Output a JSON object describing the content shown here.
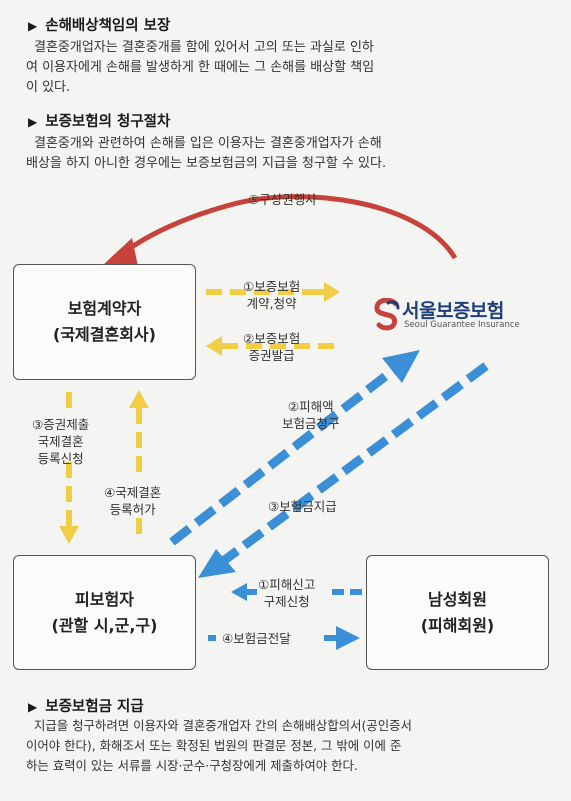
{
  "sections": [
    {
      "title": "손해배상책임의 보장",
      "lines": [
        "결혼중개업자는 결혼중개를 함에 있어서 고의 또는 과실로 인하",
        "여 이용자에게 손해를 발생하게 한 때에는 그 손해를 배상할 책임",
        "이 있다."
      ]
    },
    {
      "title": "보증보험의 청구절차",
      "lines": [
        "결혼중개와 관련하여 손해를 입은 이용자는 결혼중개업자가 손해",
        "배상을 하지 아니한 경우에는 보증보험금의 지급을 청구할 수 있다."
      ]
    },
    {
      "title": "보증보험금 지급",
      "lines": [
        "지급을 청구하려면 이용자와 결혼중개업자 간의 손해배상합의서(공인증서",
        "이어야 한다), 화해조서 또는 확정된 법원의 판결문 정본, 그 밖에 이에 준",
        "하는 효력이 있는 서류를 시장·군수·구청장에게 제출하여야 한다."
      ]
    }
  ],
  "diagram": {
    "nodes": {
      "policyholder": {
        "line1": "보험계약자",
        "line2": "(국제결혼회사)"
      },
      "insured": {
        "line1": "피보험자",
        "line2": "(관할 시,군,구)"
      },
      "member": {
        "line1": "남성회원",
        "line2": "(피해회원)"
      },
      "insurer": {
        "name": "서울보증보험",
        "subname": "Seoul Guarantee Insurance"
      }
    },
    "labels": {
      "subrogation": "⑤구상권행사",
      "contract": {
        "line1": "①보증보험",
        "line2": "계약,청약"
      },
      "issue": {
        "line1": "②보증보험",
        "line2": "증권발급"
      },
      "submit": {
        "line1": "③증권제출",
        "line2": "국제결혼",
        "line3": "등록신청"
      },
      "permit": {
        "line1": "④국제결혼",
        "line2": "등록허가"
      },
      "claim": {
        "line1": "②피해액",
        "line2": "보험금청구"
      },
      "payment": "③보험금지급",
      "report": {
        "line1": "①피해신고",
        "line2": "구제신청"
      },
      "deliver": "④보험금전달"
    },
    "colors": {
      "yellow_arrow": "#f2cd46",
      "blue_arrow": "#3a8fd6",
      "red_arrow": "#c8423c",
      "logo_navy": "#1d3f7a"
    }
  }
}
